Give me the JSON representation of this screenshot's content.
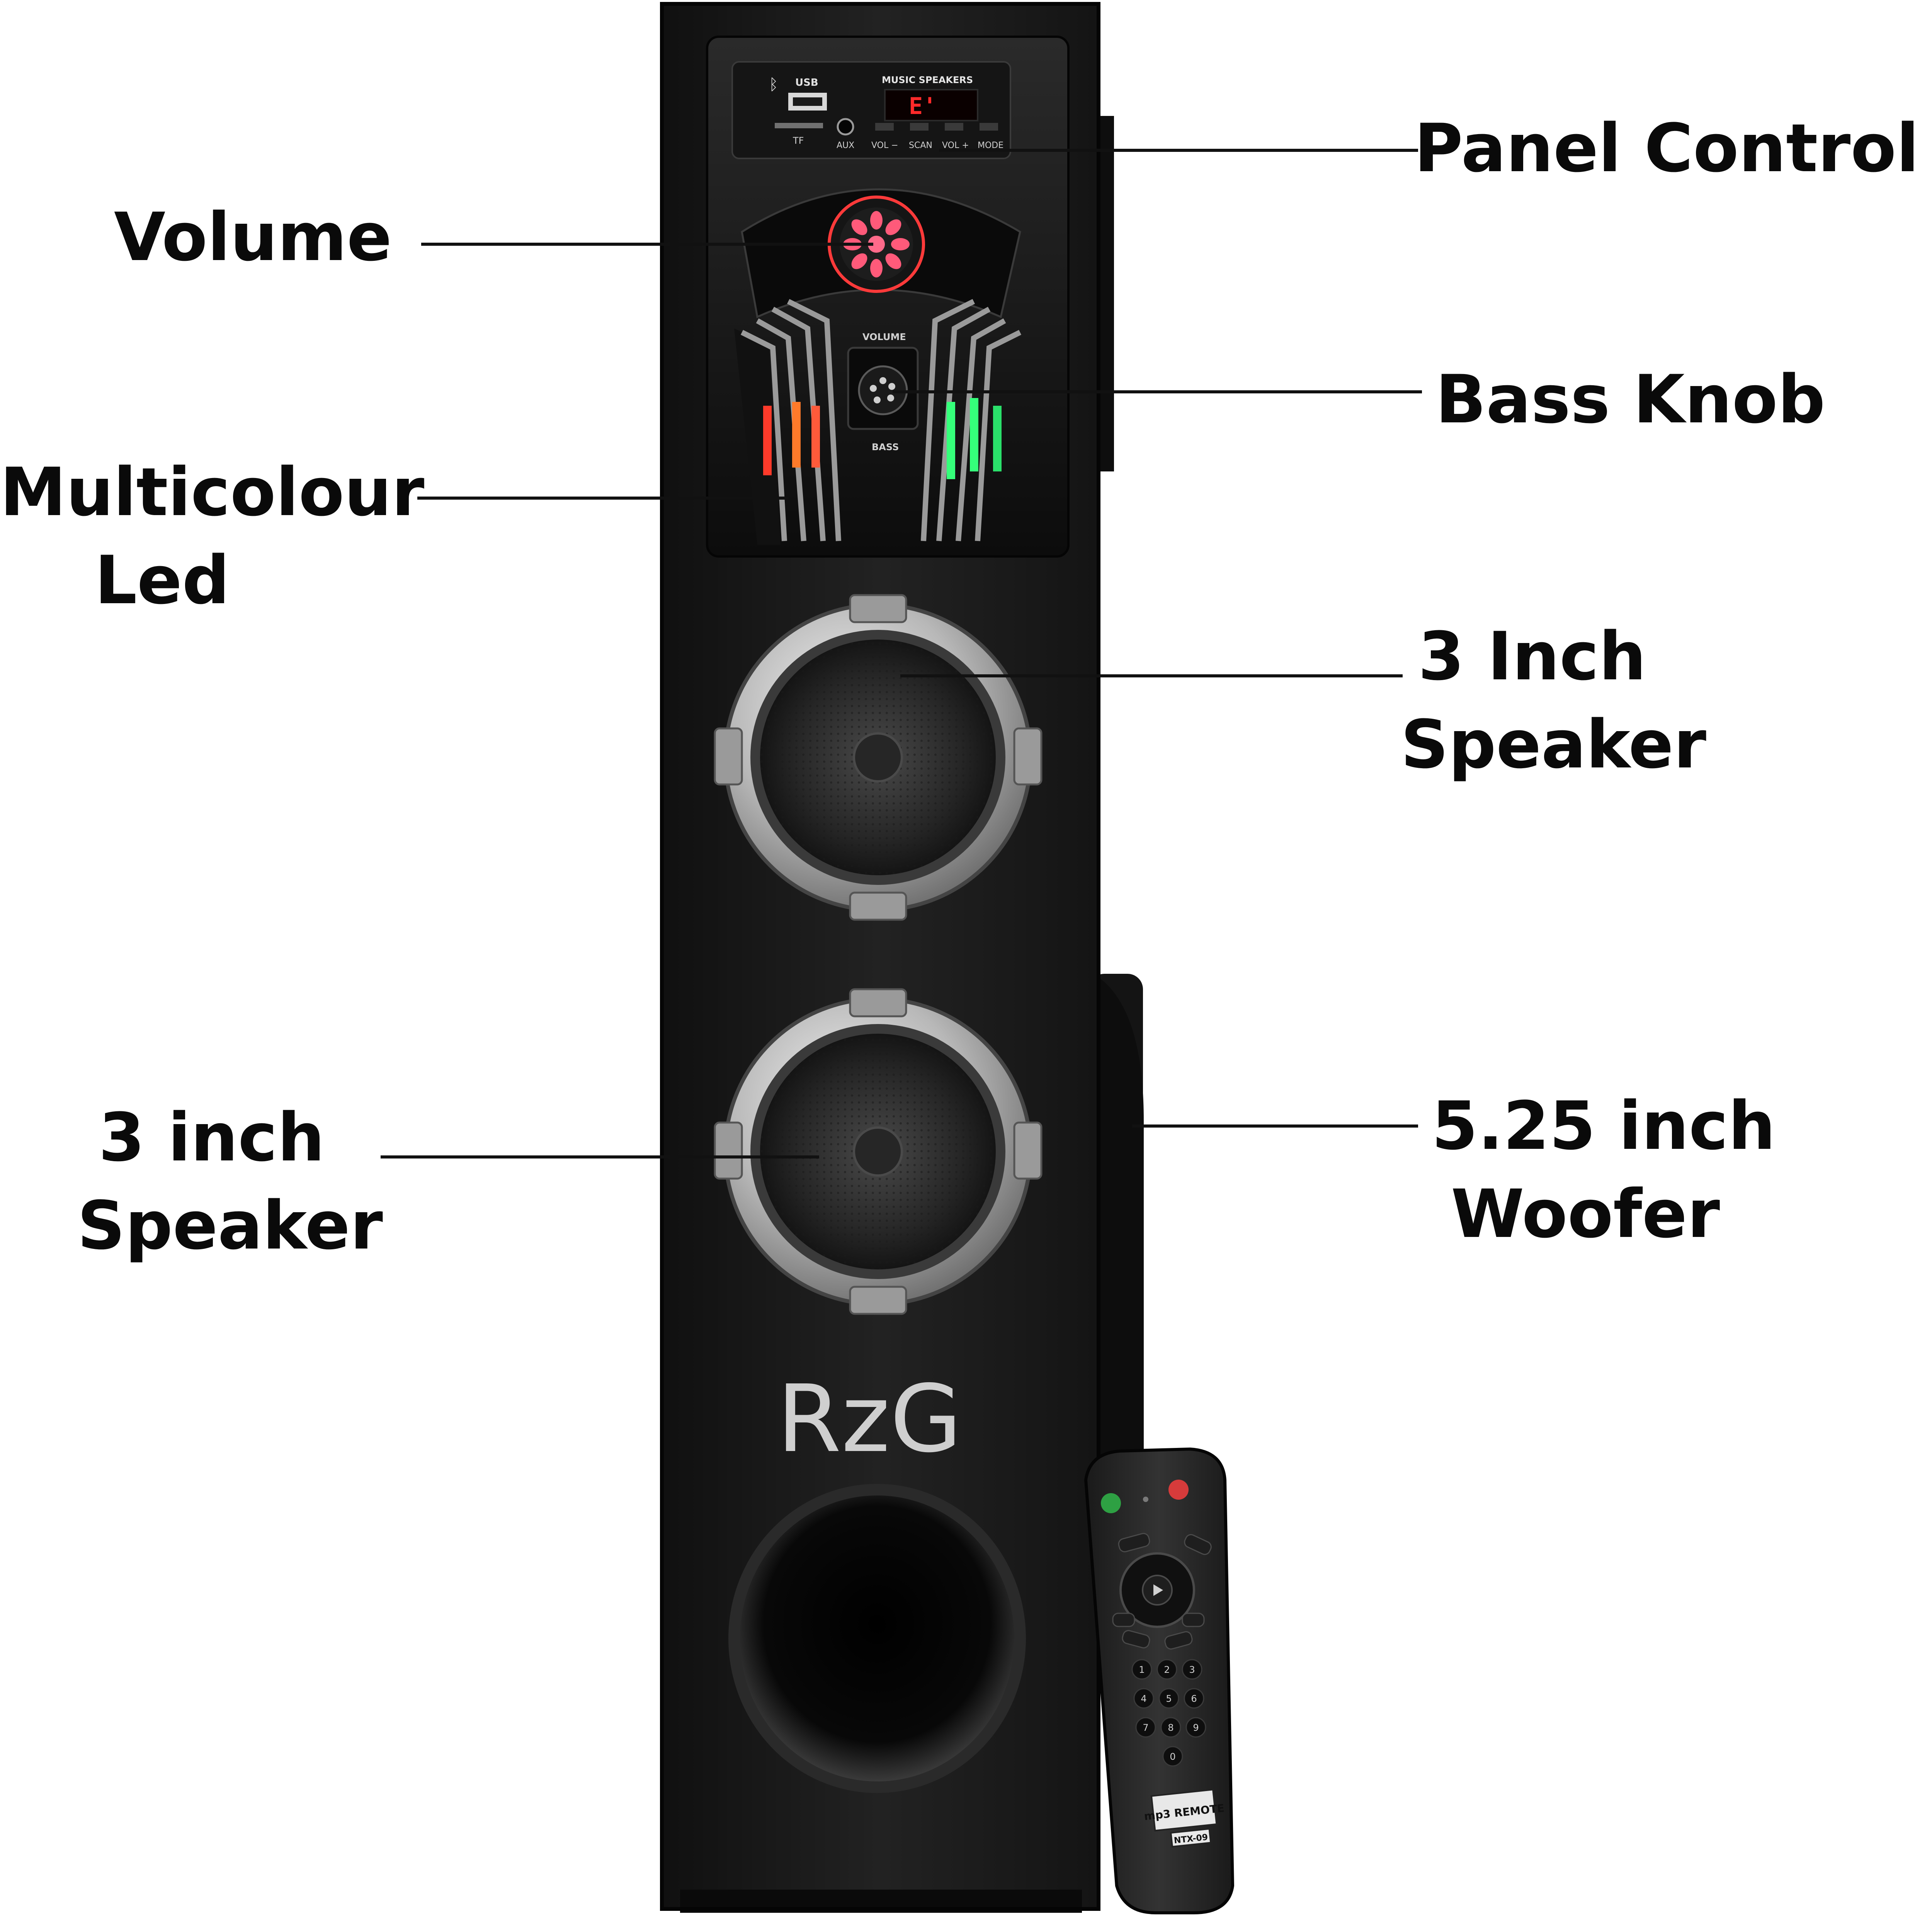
{
  "product": {
    "brand": "RzG",
    "panel": {
      "bluetooth_symbol": "ᛒ",
      "usb": "USB",
      "tf": "TF",
      "aux": "AUX",
      "title": "MUSIC SPEAKERS",
      "display": "E'",
      "buttons": [
        "VOL −",
        "SCAN",
        "VOL +",
        "MODE"
      ],
      "volume_label": "VOLUME",
      "bass_label": "BASS"
    },
    "remote": {
      "brand": "mp3 REMOTE",
      "model": "NTX-09",
      "keypad": [
        "1",
        "2",
        "3",
        "4",
        "5",
        "6",
        "7",
        "8",
        "9",
        "0"
      ]
    }
  },
  "callouts": {
    "panel_control": "Panel  Control",
    "volume": "Volume",
    "bass_knob": "Bass Knob",
    "multicolour_led": [
      "Multicolour",
      "Led"
    ],
    "three_inch_speaker_right": [
      "3 Inch",
      "Speaker"
    ],
    "three_inch_speaker_left": [
      "3 inch",
      "Speaker"
    ],
    "woofer": [
      "5.25 inch",
      "Woofer"
    ]
  },
  "colors": {
    "background": "#ffffff",
    "cabinet": "#1c1c1c",
    "silver_ring": "#c4c4c4",
    "display_red": "#ff2a2a",
    "led_green": "#35ff7a",
    "led_orange": "#ff7a2a",
    "led_pink": "#ff5a7a",
    "label_text": "#0a0a0a"
  }
}
